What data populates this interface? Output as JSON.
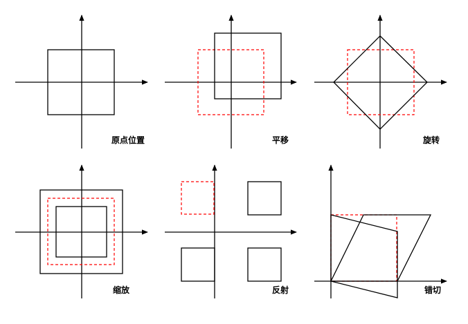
{
  "panels": [
    {
      "id": "origin",
      "label": "原点位置"
    },
    {
      "id": "translate",
      "label": "平移"
    },
    {
      "id": "rotate",
      "label": "旋转"
    },
    {
      "id": "scale",
      "label": "缩放"
    },
    {
      "id": "reflect",
      "label": "反射"
    },
    {
      "id": "shear",
      "label": "错切"
    }
  ],
  "colors": {
    "shape": "#000000",
    "reference": "#ff0000",
    "background": "#ffffff"
  }
}
